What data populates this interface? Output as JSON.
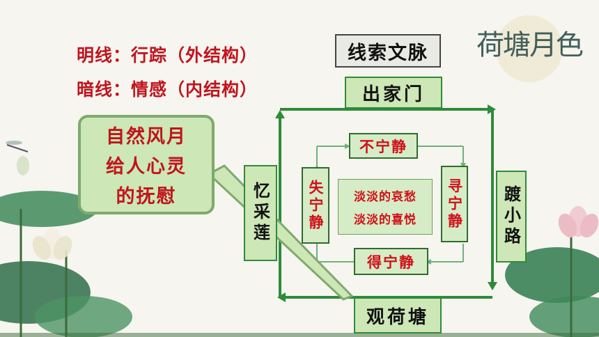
{
  "legend": {
    "line1_label": "明线：",
    "line1_value": "行踪（外结构）",
    "line2_label": "暗线：",
    "line2_value": "情感（内结构）"
  },
  "title": "线索文脉",
  "logo_text": "荷塘月色",
  "outer_nodes": {
    "top": "出家门",
    "right": "踱小路",
    "bottom": "观荷塘",
    "left": "忆采莲"
  },
  "inner_nodes": {
    "top": "不宁静",
    "right": "寻宁静",
    "bottom": "得宁静",
    "left": "失宁静"
  },
  "center": {
    "line1": "淡淡的哀愁",
    "line2": "淡淡的喜悦"
  },
  "bubble": {
    "line1": "自然风月",
    "line2": "给人心灵",
    "line3": "的抚慰"
  },
  "colors": {
    "accent_red": "#c0141e",
    "node_green": "#cde7b6",
    "arrow_green": "#2e8b3a"
  }
}
